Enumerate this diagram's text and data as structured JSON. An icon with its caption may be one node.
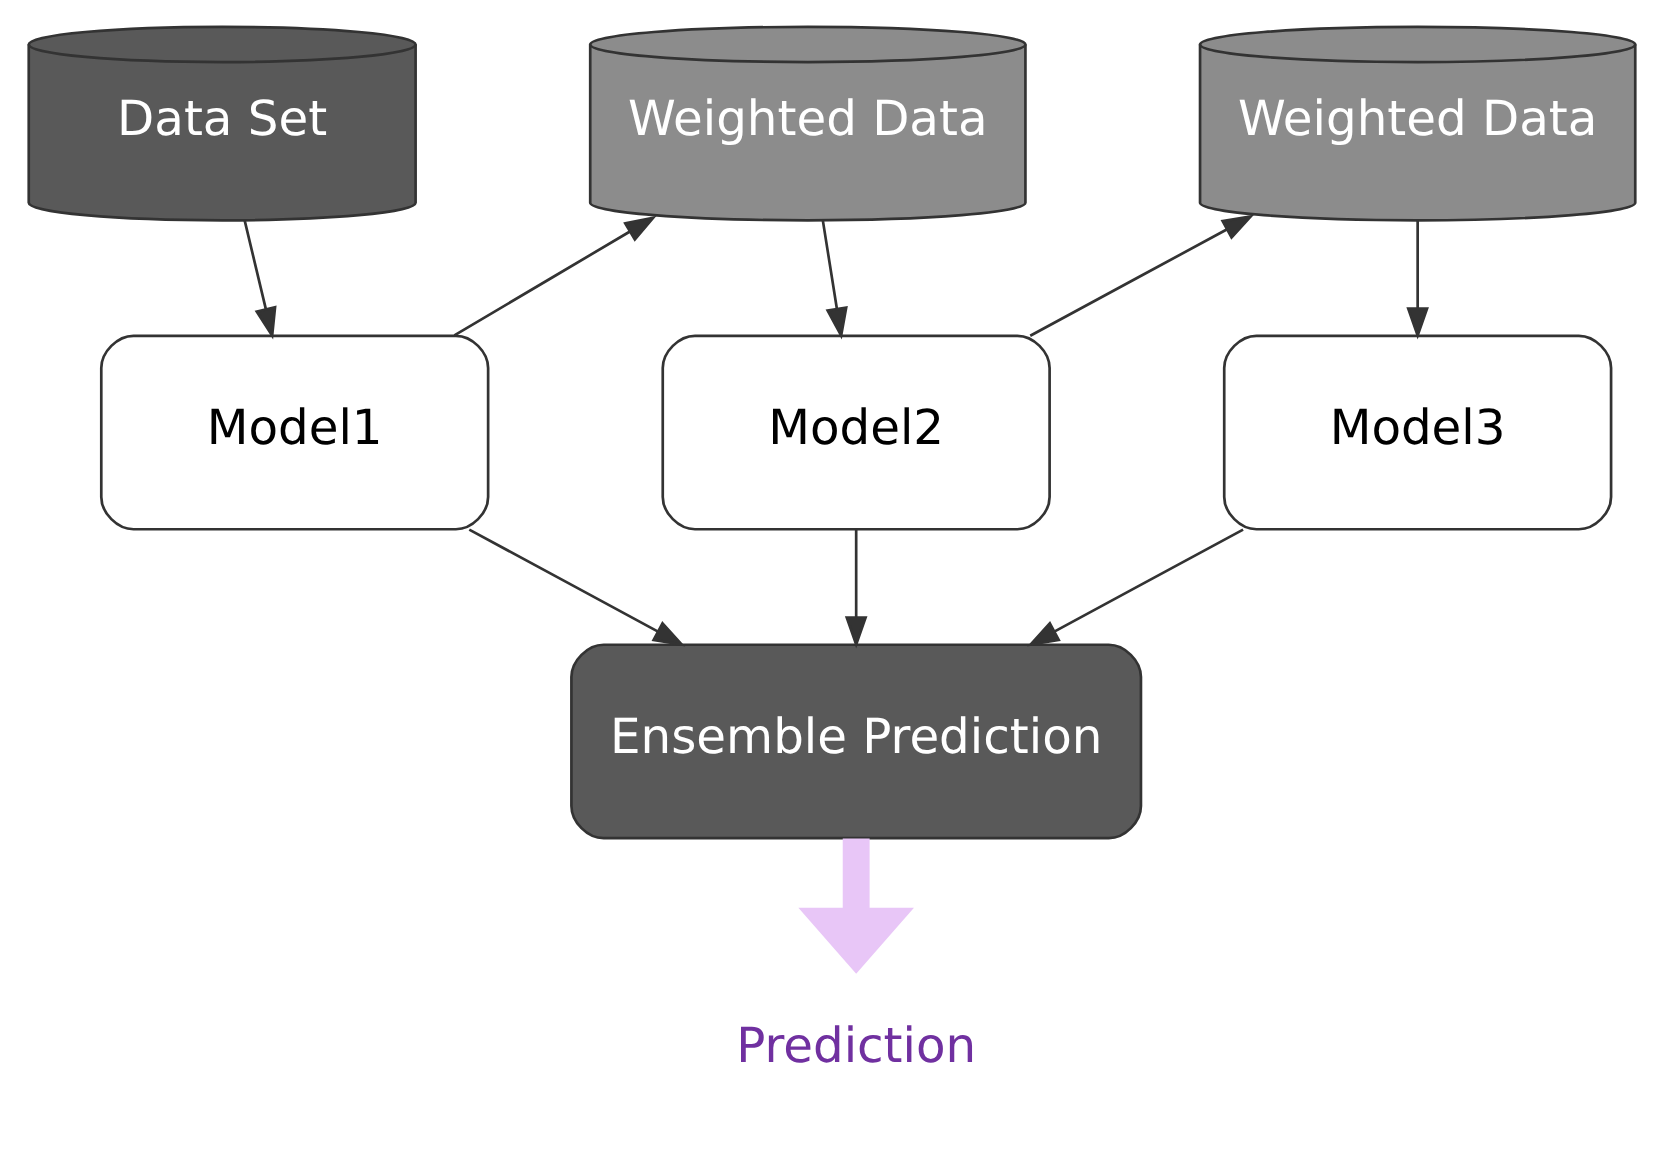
{
  "diagram": {
    "nodes": [
      {
        "text": [
          "Data Set"
        ]
      },
      {
        "text": [
          "Weighted Data"
        ]
      },
      {
        "text": [
          "Weighted Data"
        ]
      },
      {
        "text": [
          "Model1"
        ]
      },
      {
        "text": [
          "Model2"
        ]
      },
      {
        "text": [
          "Model3"
        ]
      },
      {
        "text": [
          "Ensemble Prediction"
        ]
      },
      {
        "text": [
          "Prediction"
        ]
      }
    ],
    "edges": [
      {
        "from": 0,
        "to": 3,
        "arrow": "to"
      },
      {
        "from": 3,
        "to": 1,
        "arrow": "to"
      },
      {
        "from": 1,
        "to": 4,
        "arrow": "to"
      },
      {
        "from": 4,
        "to": 2,
        "arrow": "to"
      },
      {
        "from": 2,
        "to": 5,
        "arrow": "to"
      },
      {
        "from": 3,
        "to": 6,
        "arrow": "to"
      },
      {
        "from": 4,
        "to": 6,
        "arrow": "to"
      },
      {
        "from": 5,
        "to": 6,
        "arrow": "to"
      },
      {
        "from": 6,
        "to": 7,
        "arrow": "to",
        "style": "thick",
        "color": "#e8c6f7"
      }
    ]
  }
}
